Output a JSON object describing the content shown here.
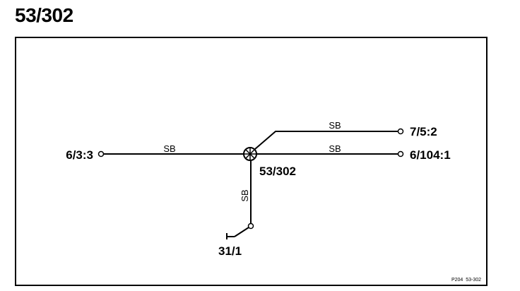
{
  "title": "53/302",
  "splice": {
    "label": "53/302"
  },
  "terminals": {
    "left": "6/3:3",
    "upper_right": "7/5:2",
    "right": "6/104:1",
    "ground": "31/1"
  },
  "wires": {
    "left": "SB",
    "upper_right": "SB",
    "right": "SB",
    "down": "SB"
  },
  "reference": "P204  53-302"
}
